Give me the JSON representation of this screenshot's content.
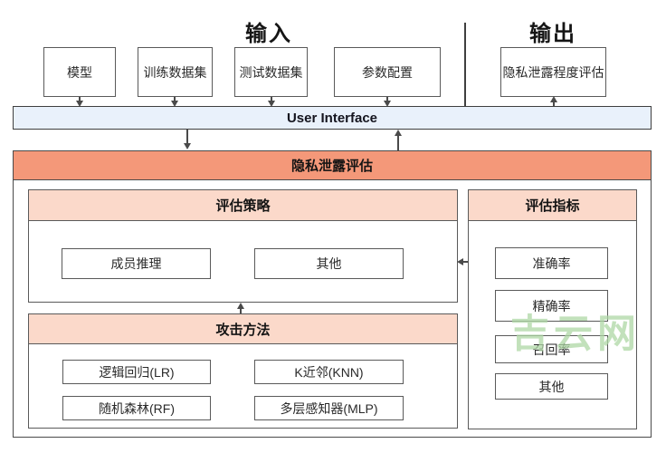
{
  "titles": {
    "input": "输入",
    "output": "输出"
  },
  "input_boxes": [
    {
      "label": "模型"
    },
    {
      "label": "训练数据集"
    },
    {
      "label": "测试数据集"
    },
    {
      "label": "参数配置"
    }
  ],
  "output_box": {
    "label": "隐私泄露程度评估"
  },
  "ui_bar": {
    "label": "User Interface"
  },
  "main": {
    "title": "隐私泄露评估",
    "strategy_panel": {
      "title": "评估策略",
      "boxes": [
        {
          "label": "成员推理"
        },
        {
          "label": "其他"
        }
      ]
    },
    "attack_panel": {
      "title": "攻击方法",
      "boxes": [
        {
          "label": "逻辑回归(LR)"
        },
        {
          "label": "K近邻(KNN)"
        },
        {
          "label": "随机森林(RF)"
        },
        {
          "label": "多层感知器(MLP)"
        }
      ]
    },
    "metrics_panel": {
      "title": "评估指标",
      "boxes": [
        {
          "label": "准确率"
        },
        {
          "label": "精确率"
        },
        {
          "label": "召回率"
        },
        {
          "label": "其他"
        }
      ]
    }
  },
  "watermark": "吉云网",
  "colors": {
    "coral_header": "#F49879",
    "pink_header": "#FBD9CA",
    "ui_bar_fill": "#E9F1FB",
    "watermark_green": "#AED7A5"
  }
}
